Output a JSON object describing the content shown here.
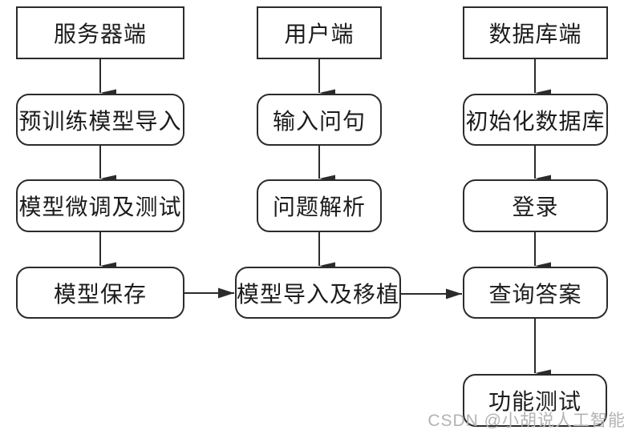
{
  "diagram": {
    "title": "",
    "colors": {
      "background": "#ffffff",
      "line": "#2b2b2b",
      "text": "#1c1c1c",
      "watermark": "#b3b3b3"
    },
    "columns": [
      {
        "name": "server-side",
        "nodes": [
          {
            "label": "服务器端",
            "shape": "rect"
          },
          {
            "label": "预训练模型导入",
            "shape": "rounded"
          },
          {
            "label": "模型微调及测试",
            "shape": "rounded"
          },
          {
            "label": "模型保存",
            "shape": "rounded"
          }
        ]
      },
      {
        "name": "user-side",
        "nodes": [
          {
            "label": "用户端",
            "shape": "rect"
          },
          {
            "label": "输入问句",
            "shape": "rounded"
          },
          {
            "label": "问题解析",
            "shape": "rounded"
          },
          {
            "label": "模型导入及移植",
            "shape": "rounded"
          }
        ]
      },
      {
        "name": "database-side",
        "nodes": [
          {
            "label": "数据库端",
            "shape": "rect"
          },
          {
            "label": "初始化数据库",
            "shape": "rounded"
          },
          {
            "label": "登录",
            "shape": "rounded"
          },
          {
            "label": "查询答案",
            "shape": "rounded"
          },
          {
            "label": "功能测试",
            "shape": "rounded"
          }
        ]
      }
    ],
    "edges": [
      {
        "from": "服务器端",
        "to": "预训练模型导入",
        "direction": "down"
      },
      {
        "from": "预训练模型导入",
        "to": "模型微调及测试",
        "direction": "down"
      },
      {
        "from": "模型微调及测试",
        "to": "模型保存",
        "direction": "down"
      },
      {
        "from": "用户端",
        "to": "输入问句",
        "direction": "down"
      },
      {
        "from": "输入问句",
        "to": "问题解析",
        "direction": "down"
      },
      {
        "from": "问题解析",
        "to": "模型导入及移植",
        "direction": "down"
      },
      {
        "from": "数据库端",
        "to": "初始化数据库",
        "direction": "down"
      },
      {
        "from": "初始化数据库",
        "to": "登录",
        "direction": "down"
      },
      {
        "from": "登录",
        "to": "查询答案",
        "direction": "down"
      },
      {
        "from": "查询答案",
        "to": "功能测试",
        "direction": "down"
      },
      {
        "from": "模型保存",
        "to": "模型导入及移植",
        "direction": "right"
      },
      {
        "from": "模型导入及移植",
        "to": "查询答案",
        "direction": "right"
      }
    ],
    "watermark": "CSDN @小胡说人工智能"
  }
}
